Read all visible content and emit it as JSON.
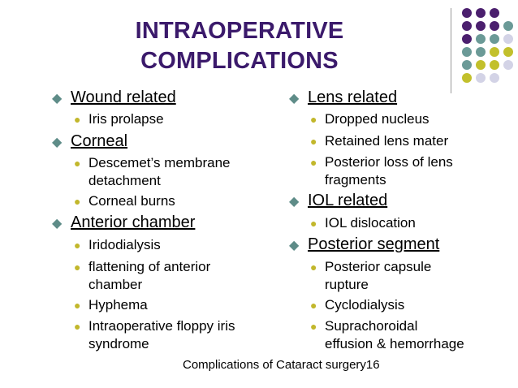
{
  "slide": {
    "title_line1": "INTRAOPERATIVE",
    "title_line2": "COMPLICATIONS",
    "footer": "Complications of Cataract surgery16",
    "colors": {
      "title": "#3b1a6b",
      "bullet_l1": "#5e8c88",
      "bullet_l2": "#c2b72c"
    },
    "icons": {
      "bullet_l1": "◆",
      "bullet_l2": "●"
    }
  },
  "left": {
    "s1": {
      "heading": "Wound related",
      "items": [
        "Iris prolapse"
      ]
    },
    "s2": {
      "heading": "Corneal",
      "items": [
        "Descemet’s membrane",
        "detachment",
        "Corneal burns"
      ]
    },
    "s3": {
      "heading": "Anterior chamber",
      "items": [
        "Iridodialysis",
        "flattening of  anterior",
        "chamber",
        "Hyphema",
        "Intraoperative floppy iris",
        "syndrome"
      ]
    }
  },
  "right": {
    "s1": {
      "heading": "Lens related",
      "items": [
        "Dropped nucleus",
        "Retained lens mater",
        "Posterior loss of lens",
        "fragments"
      ]
    },
    "s2": {
      "heading": "IOL related",
      "items": [
        "IOL dislocation"
      ]
    },
    "s3": {
      "heading": "Posterior segment",
      "items": [
        "Posterior capsule",
        "rupture",
        "Cyclodialysis",
        "Suprachoroidal",
        "effusion & hemorrhage"
      ]
    }
  },
  "decor": {
    "dot_colors": {
      "purple": "#4b1f6e",
      "teal": "#6b9a97",
      "olive": "#c2c02c",
      "lavender": "#d3d3e6"
    }
  }
}
